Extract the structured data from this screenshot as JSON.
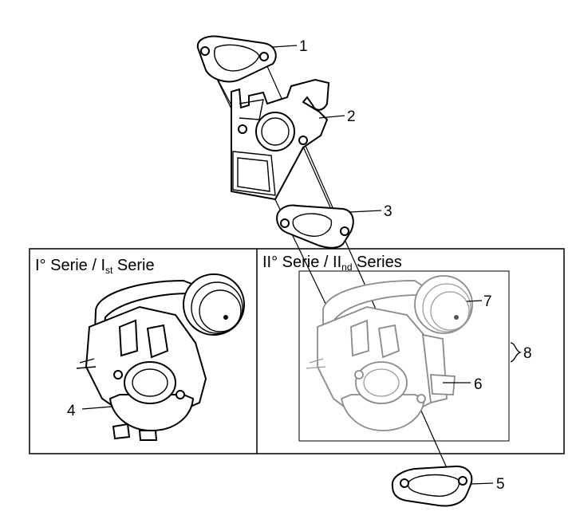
{
  "callouts": [
    "1",
    "2",
    "3",
    "4",
    "5",
    "6",
    "7",
    "8"
  ],
  "panels": {
    "left": {
      "title_main": "I° Serie / I",
      "title_sub": "st",
      "title_end": " Serie"
    },
    "right": {
      "title_main": "II° Serie / II",
      "title_sub": "nd",
      "title_end": " Series"
    }
  }
}
